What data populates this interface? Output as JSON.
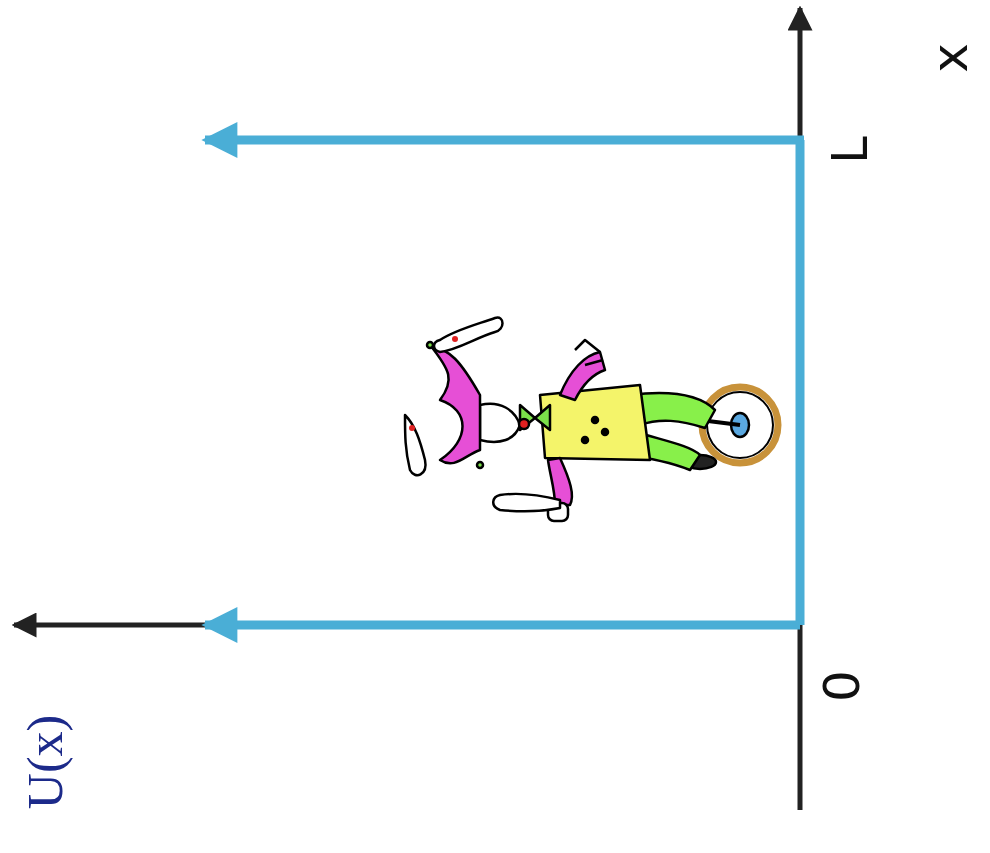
{
  "diagram": {
    "labels": [
      "U(x)",
      "0",
      "L",
      "x"
    ]
  }
}
